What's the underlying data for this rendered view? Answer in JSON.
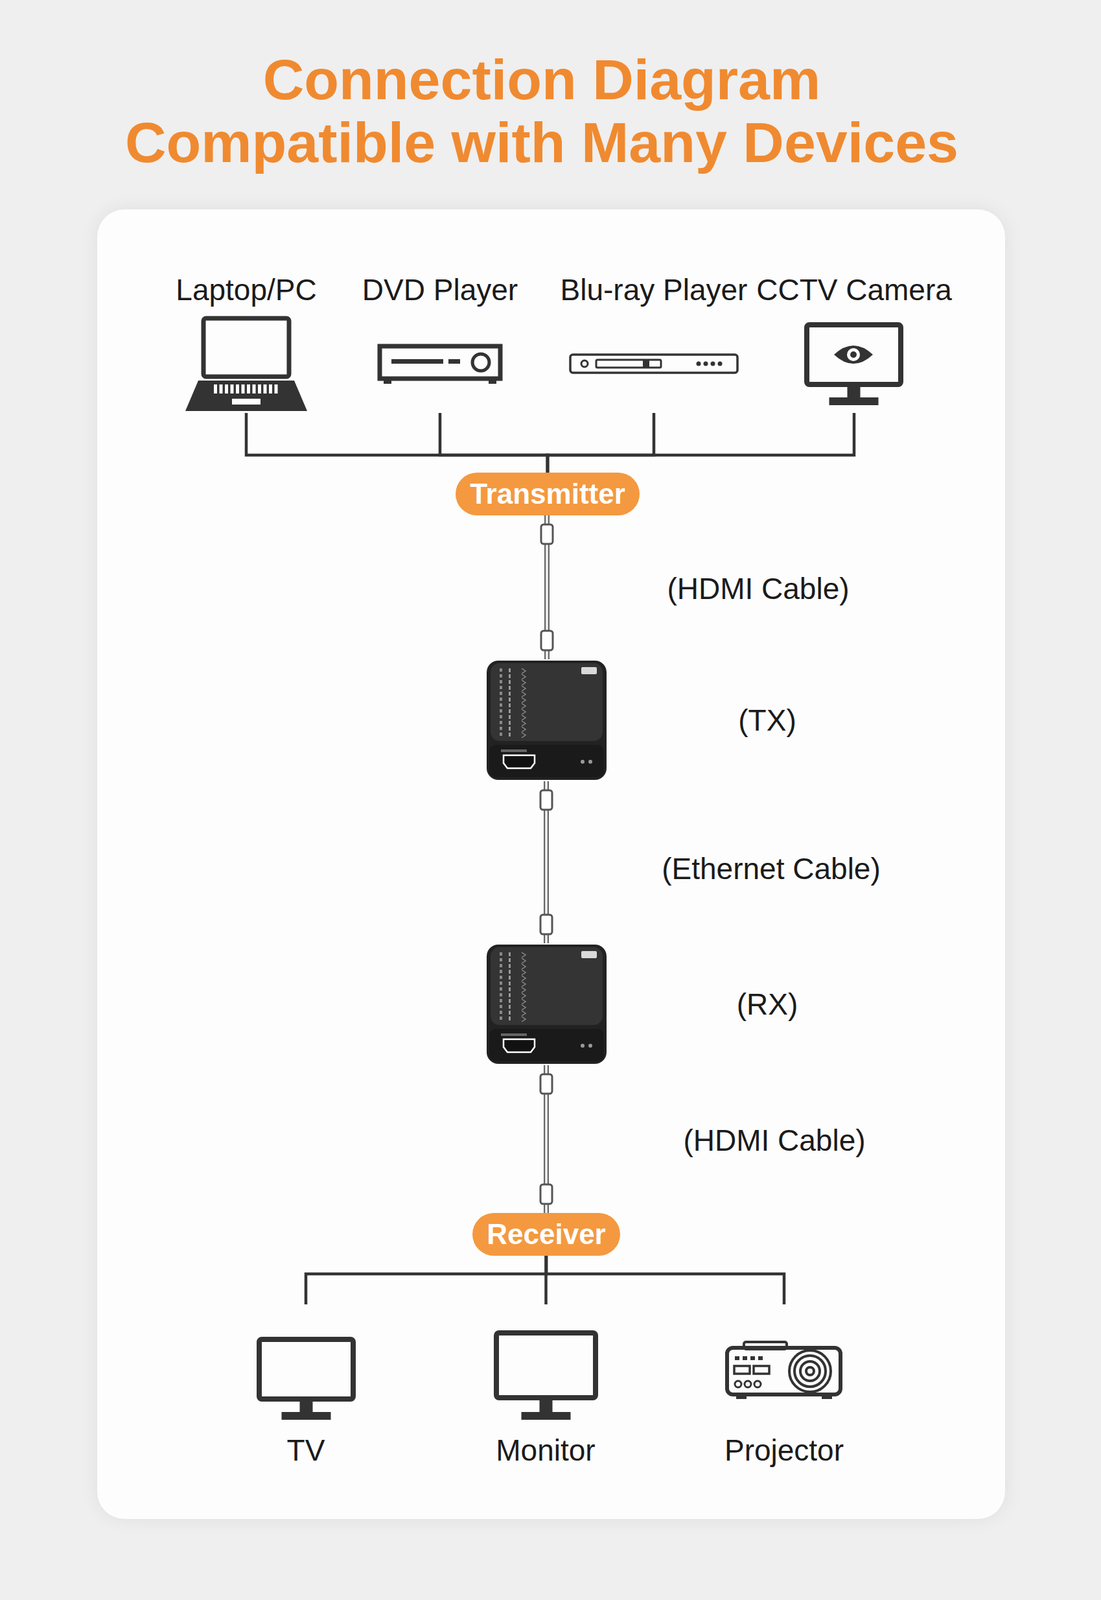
{
  "diagram": {
    "title": "Connection Diagram Compatible with Many Devices",
    "nodes": [
      {
        "text": [
          "Laptop/PC"
        ]
      },
      {
        "text": [
          "DVD Player"
        ]
      },
      {
        "text": [
          "Blu-ray Player"
        ]
      },
      {
        "text": [
          "CCTV Camera"
        ]
      },
      {
        "text": [
          "Transmitter"
        ]
      },
      {
        "text": [
          "(TX)"
        ]
      },
      {
        "text": [
          "(RX)"
        ]
      },
      {
        "text": [
          "Receiver"
        ]
      },
      {
        "text": [
          "TV"
        ]
      },
      {
        "text": [
          "Monitor"
        ]
      },
      {
        "text": [
          "Projector"
        ]
      }
    ],
    "edges": [
      {
        "from": 0,
        "to": 4,
        "arrow": "none"
      },
      {
        "from": 1,
        "to": 4,
        "arrow": "none"
      },
      {
        "from": 2,
        "to": 4,
        "arrow": "none"
      },
      {
        "from": 3,
        "to": 4,
        "arrow": "none"
      },
      {
        "from": 4,
        "to": 5,
        "label": "(HDMI Cable)",
        "arrow": "none"
      },
      {
        "from": 5,
        "to": 6,
        "label": "(Ethernet Cable)",
        "arrow": "none"
      },
      {
        "from": 6,
        "to": 7,
        "label": "(HDMI Cable)",
        "arrow": "none"
      },
      {
        "from": 7,
        "to": 8,
        "arrow": "none"
      },
      {
        "from": 7,
        "to": 9,
        "arrow": "none"
      },
      {
        "from": 7,
        "to": 10,
        "arrow": "none"
      }
    ]
  }
}
